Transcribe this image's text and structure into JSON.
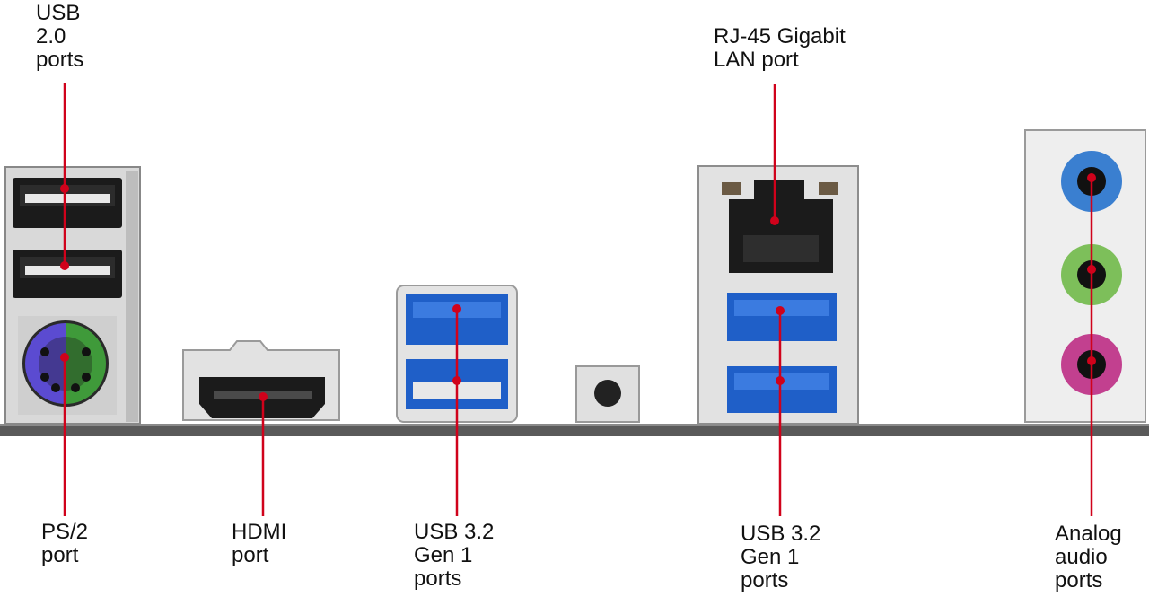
{
  "labels": {
    "usb20": [
      "USB",
      "2.0",
      "ports"
    ],
    "rj45": [
      "RJ-45 Gigabit",
      "LAN port"
    ],
    "ps2": [
      "PS/2",
      "port"
    ],
    "hdmi": [
      "HDMI",
      "port"
    ],
    "usb32_left": [
      "USB 3.2",
      "Gen 1",
      "ports"
    ],
    "usb32_right": [
      "USB 3.2",
      "Gen 1",
      "ports"
    ],
    "audio": [
      "Analog",
      "audio",
      "ports"
    ]
  },
  "colors": {
    "callout": "#d0021b",
    "usb3_blue": "#1f5fc8",
    "audio_blue": "#3a7fd0",
    "audio_green": "#7dbf5a",
    "audio_pink": "#c2408f",
    "ps2_purple": "#5b4bd1",
    "ps2_green": "#3f9a3a",
    "metal": "#dcdcdc",
    "connector_black": "#1b1b1b"
  }
}
